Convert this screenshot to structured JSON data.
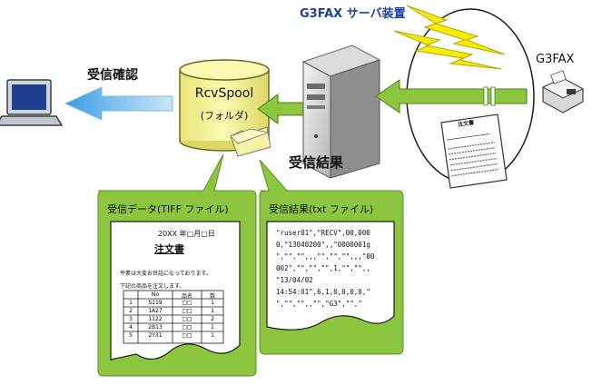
{
  "server": {
    "title": "G3FAX サーバ装置",
    "caption": "受信結果"
  },
  "client": {
    "label": "受信確認"
  },
  "spool": {
    "name": "RcvSpool",
    "sub": "(フォルダ)"
  },
  "fax": {
    "label": "G3FAX",
    "sheet_title": "注文書"
  },
  "tiff_panel": {
    "title": "受信データ(TIFF ファイル)",
    "date": "20XX 年□月□日",
    "doc_title": "注文書",
    "line1": "平素は大変お世話になっております。",
    "line2": "下記の商品を注文します。",
    "headers": [
      "No",
      "品名",
      "数"
    ],
    "rows": [
      [
        "1",
        "S119",
        "□□",
        "1"
      ],
      [
        "2",
        "1A27",
        "□□",
        "1"
      ],
      [
        "3",
        "1122",
        "□□",
        "2"
      ],
      [
        "4",
        "2B13",
        "□□",
        "1"
      ],
      [
        "5",
        "2Y31",
        "□□",
        "1"
      ]
    ]
  },
  "txt_panel": {
    "title": "受信結果(txt ファイル)",
    "lines": [
      "\"ruser01\",\"RECV\",00,000",
      "0,\"13040200\",,\"0000001g",
      "\",\"\",\"\",,,\"\",\"\",\"\",,,\"00",
      "002\",\"\",\"\",\"\",1,\"\",\"\",,",
      "\"13/04/02",
      "14:54:01\",6,1,0,0,0,0,\"",
      "\",\"\",\"\",,\"\",\"G3\",\"\",\""
    ]
  },
  "colors": {
    "green": "#8cc63f",
    "greenDark": "#4c7d1a",
    "blue": "#1f3fa6",
    "folder": "#f2f08a"
  }
}
